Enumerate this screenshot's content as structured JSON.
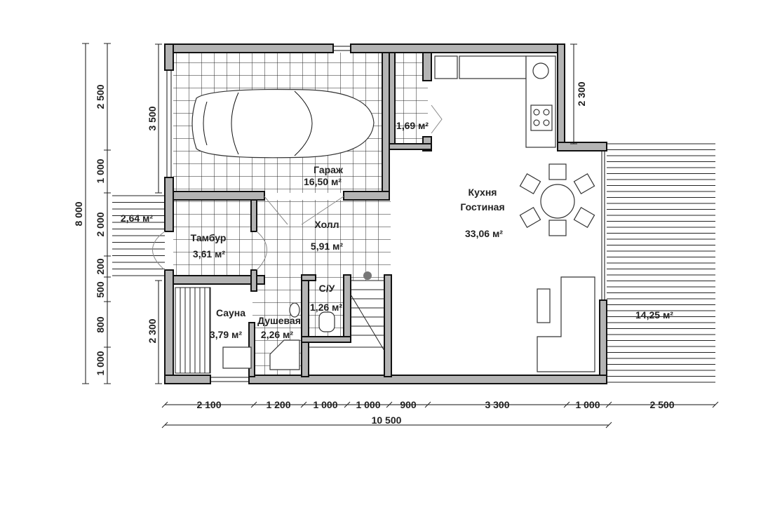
{
  "rooms": {
    "garage": {
      "name": "Гараж",
      "area": "16,50 м²"
    },
    "closet": {
      "area": "1,69 м²"
    },
    "kitchen": {
      "name1": "Кухня",
      "name2": "Гостиная",
      "area": "33,06 м²"
    },
    "porch": {
      "area": "2,64 м²"
    },
    "vestibule": {
      "name": "Тамбур",
      "area": "3,61 м²"
    },
    "hall": {
      "name": "Холл",
      "area": "5,91 м²"
    },
    "wc": {
      "name": "С/У",
      "area": "1,26 м²"
    },
    "sauna": {
      "name": "Сауна",
      "area": "3,79 м²"
    },
    "shower": {
      "name": "Душевая",
      "area": "2,26 м²"
    },
    "terrace": {
      "area": "14,25 м²"
    }
  },
  "dimensions": {
    "bottom": [
      "2 100",
      "1 200",
      "1 000",
      "1 000",
      "900",
      "3 300",
      "1 000",
      "2 500"
    ],
    "bottom_total": "10 500",
    "left_total": "8 000",
    "left_chain": [
      "2 500",
      "1 000",
      "2 000",
      "200",
      "500",
      "800",
      "1 000"
    ],
    "left_inner_top": "3 500",
    "left_inner_bottom": "2 300",
    "right_top": "2 300"
  }
}
